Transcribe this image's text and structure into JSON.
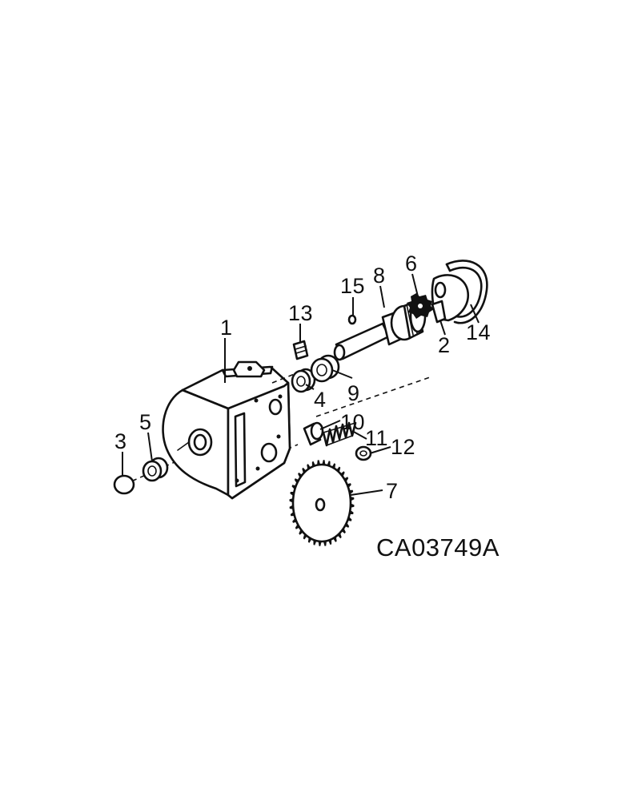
{
  "figure_code": "CA03749A",
  "callouts": {
    "n1": "1",
    "n2": "2",
    "n3": "3",
    "n4": "4",
    "n5": "5",
    "n6": "6",
    "n7": "7",
    "n8": "8",
    "n9": "9",
    "n10": "10",
    "n11": "11",
    "n12": "12",
    "n13": "13",
    "n14": "14",
    "n15": "15"
  }
}
